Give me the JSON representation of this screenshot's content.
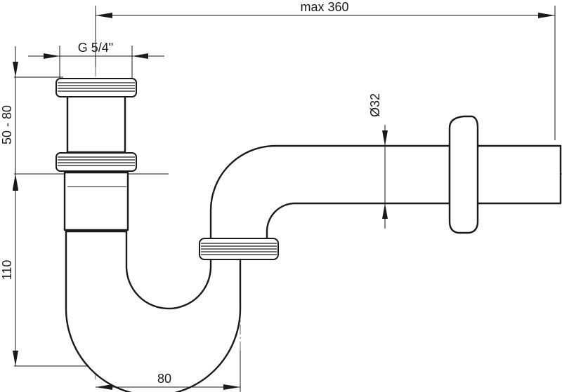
{
  "drawing": {
    "dimensions": {
      "overall_length": "max 360",
      "thread": "G 5/4\"",
      "adjust_height": "50 - 80",
      "trap_height": "110",
      "trap_offset": "80",
      "pipe_diameter": "Ø32"
    }
  }
}
